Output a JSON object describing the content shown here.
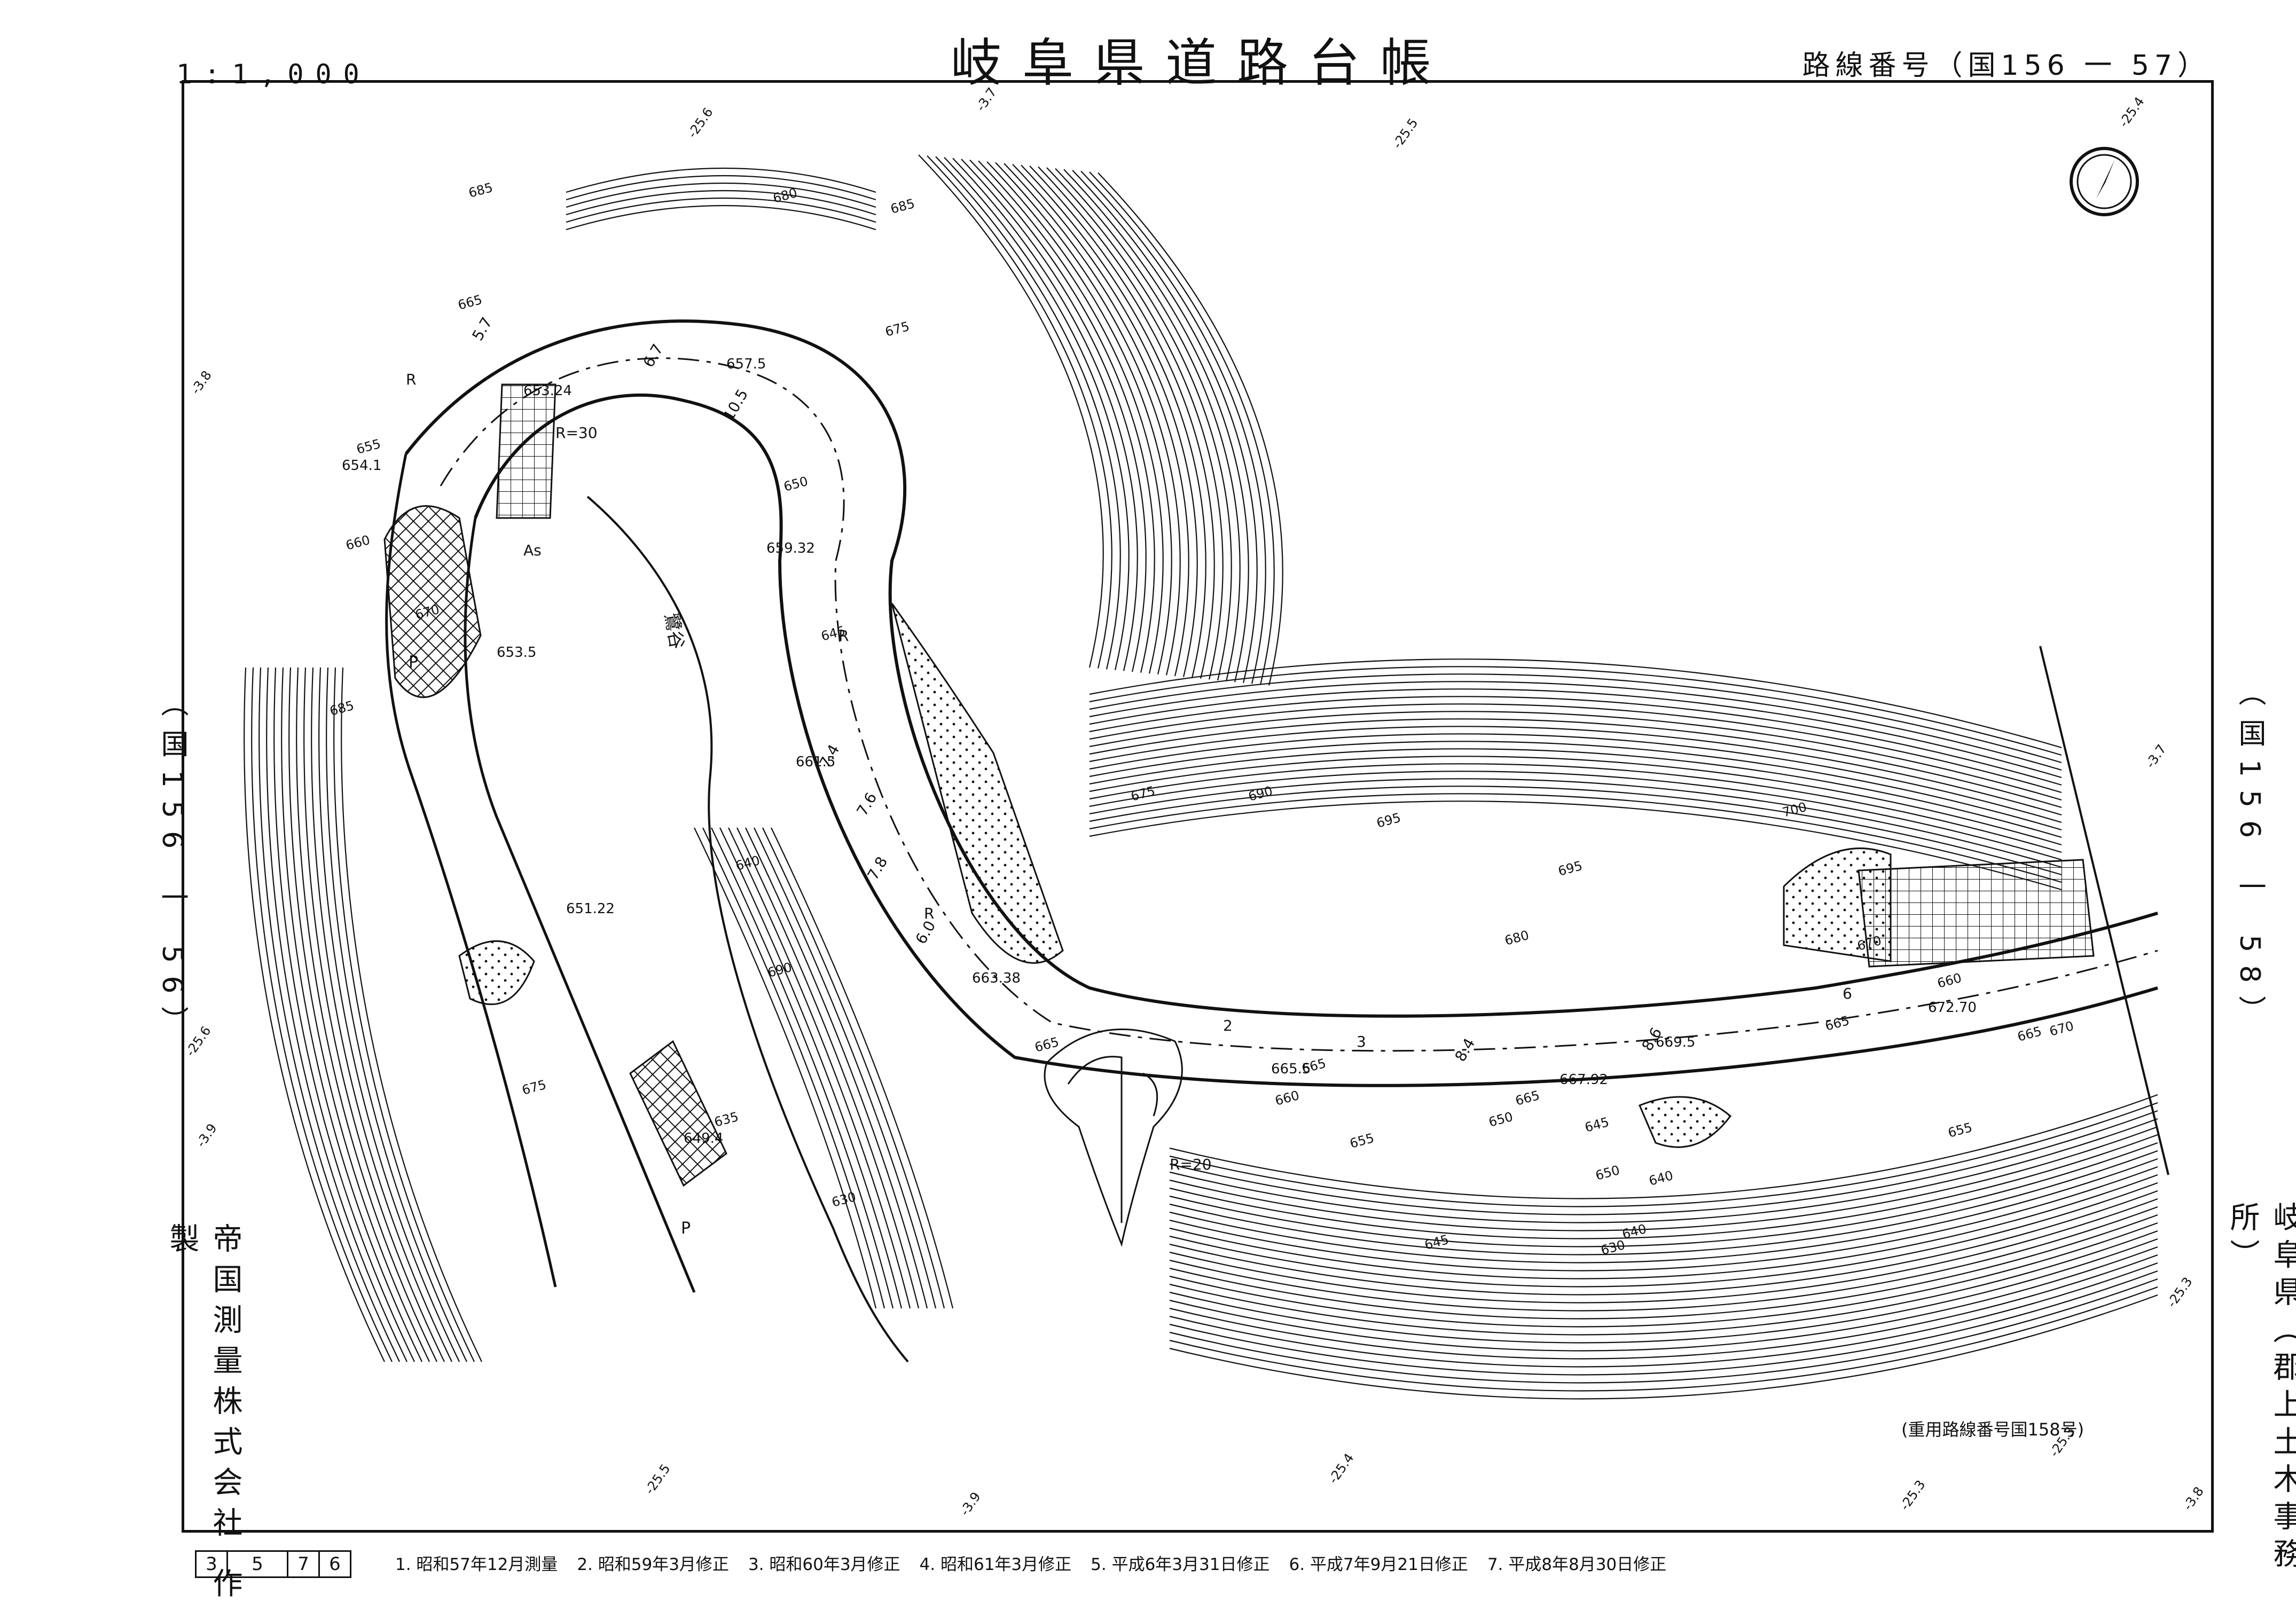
{
  "header": {
    "title": "岐阜県道路台帳",
    "scale": "1:1,000",
    "route_number": "路線番号（国156 一 57）"
  },
  "adjacent_sheets": {
    "left": "（国156 一 56）",
    "right": "（国156 一 58）"
  },
  "producer": "帝国測量株式会社 作製",
  "office": "岐阜県（郡上土木事務所）",
  "note": "(重用路線番号国158号)",
  "sheet_code": [
    "3",
    "5",
    "7",
    "6"
  ],
  "revision_history": [
    "1. 昭和57年12月測量",
    "2. 昭和59年3月修正",
    "3. 昭和60年3月修正",
    "4. 昭和61年3月修正",
    "5. 平成6年3月31日修正",
    "6. 平成7年9月21日修正",
    "7. 平成8年8月30日修正"
  ],
  "map": {
    "contour_labels": [
      "685",
      "680",
      "685",
      "675",
      "665",
      "655",
      "660",
      "650",
      "645",
      "640",
      "635",
      "630",
      "690",
      "695",
      "700",
      "675",
      "670",
      "665",
      "660",
      "655",
      "650",
      "645",
      "640",
      "630",
      "690",
      "685",
      "695",
      "680",
      "665",
      "660",
      "665",
      "670",
      "675",
      "665",
      "650",
      "640",
      "645",
      "670",
      "665",
      "655"
    ],
    "elevations": [
      "657.5",
      "653.24",
      "654.1",
      "659.32",
      "653.5",
      "661.5",
      "651.22",
      "649.4",
      "663.38",
      "665.5",
      "667.92",
      "669.5",
      "672.70"
    ],
    "road_labels": [
      "R",
      "R",
      "R",
      "R=20",
      "R=30",
      "As",
      "2",
      "3",
      "6",
      "7.4",
      "7.6",
      "7.8",
      "6.0",
      "8.4",
      "8.6",
      "10.5",
      "6.7",
      "5.7"
    ],
    "grid_labels": [
      "-25.6",
      "-3.7",
      "-25.5",
      "-25.4",
      "-3.8",
      "-25.6",
      "-3.9",
      "-3.7",
      "-25.3",
      "-3.8",
      "-25.3",
      "-25.5",
      "-3.9",
      "-25.4",
      "-25.3"
    ],
    "stream_label": "鷺谷",
    "parking": [
      "P",
      "P"
    ],
    "ink_color": "#111111"
  }
}
